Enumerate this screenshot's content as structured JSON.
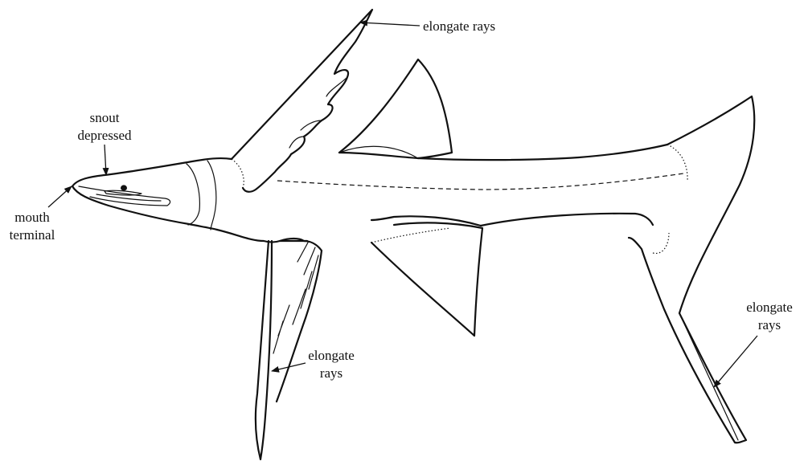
{
  "labels": {
    "dorsal_rays": "elongate rays",
    "snout_line1": "snout",
    "snout_line2": "depressed",
    "mouth_line1": "mouth",
    "mouth_line2": "terminal",
    "ventral_rays_line1": "elongate",
    "ventral_rays_line2": "rays",
    "caudal_rays_line1": "elongate",
    "caudal_rays_line2": "rays"
  }
}
